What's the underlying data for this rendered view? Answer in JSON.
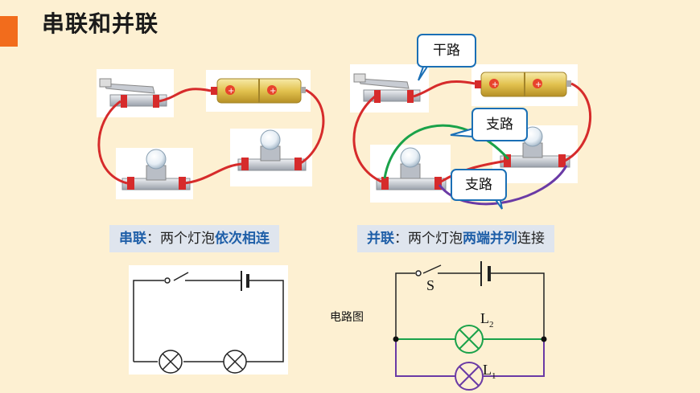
{
  "slide": {
    "title": "串联和并联"
  },
  "captions": {
    "series": {
      "label": "串联",
      "colon": "：",
      "text": "两个灯泡",
      "emphasis": "依次相连"
    },
    "parallel": {
      "label": "并联",
      "colon": "：",
      "text": "两个灯泡",
      "emphasis": "两端并列",
      "tail": "连接"
    }
  },
  "callouts": {
    "main_path": "干路",
    "branch_top": "支路",
    "branch_bottom": "支路"
  },
  "circuit_diagram": {
    "label": "电路图",
    "switch": "S",
    "lamp2": {
      "letter": "L",
      "sub": "2"
    },
    "lamp1": {
      "letter": "L",
      "sub": "1"
    }
  },
  "colors": {
    "accent": "#f26c1c",
    "wire_red": "#d62b2b",
    "wire_green": "#1aa24a",
    "wire_purple": "#6a3aa5",
    "caption_bg": "#dfe5ee",
    "caption_emphasis": "#1f5fa8",
    "callout_border": "#1a6fb5"
  }
}
